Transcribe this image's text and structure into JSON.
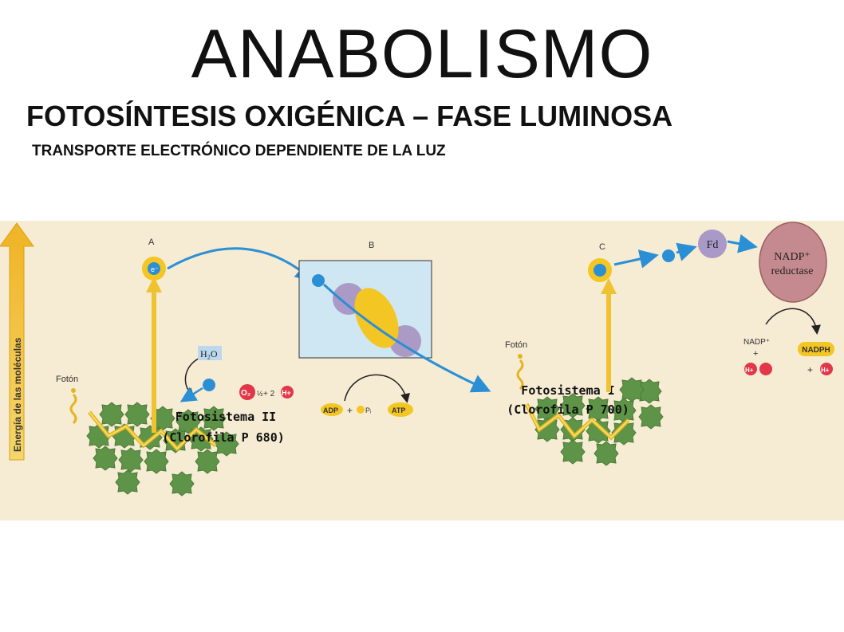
{
  "title": "ANABOLISMO",
  "subtitle": "FOTOSÍNTESIS OXIGÉNICA – FASE LUMINOSA",
  "subsubtitle": "TRANSPORTE ELECTRÓNICO DEPENDIENTE DE LA LUZ",
  "diagram": {
    "axis_label": "Energía de las moléculas",
    "section_a": "A",
    "section_b": "B",
    "section_c": "C",
    "photon_1": "Fotón",
    "photon_2": "Fotón",
    "water": "H₂O",
    "oxygen": "O₂",
    "oxygen_coef": "½",
    "plus_2": "+ 2",
    "h_plus": "H+",
    "adp": "ADP",
    "plus": "+",
    "pi": "Pᵢ",
    "atp": "ATP",
    "ps2_line1": "Fotosistema II",
    "ps2_line2": "(Clorofila P 680)",
    "ps1_line1": "Fotosistema I",
    "ps1_line2": "(Clorofila P 700)",
    "fd": "Fd",
    "nadp_reductase_1": "NADP⁺",
    "nadp_reductase_2": "reductase",
    "nadp_plus": "NADP⁺",
    "nadph": "NADPH",
    "electron": "e⁻",
    "colors": {
      "background": "#f6ebd3",
      "electron_blue": "#2b8fd6",
      "chlorophyll_green": "#6aa84f",
      "light_yellow": "#f3c623",
      "reductase_red": "#c58a8f",
      "fd_purple": "#a999c9",
      "box_blue": "#cfe6f3"
    }
  }
}
